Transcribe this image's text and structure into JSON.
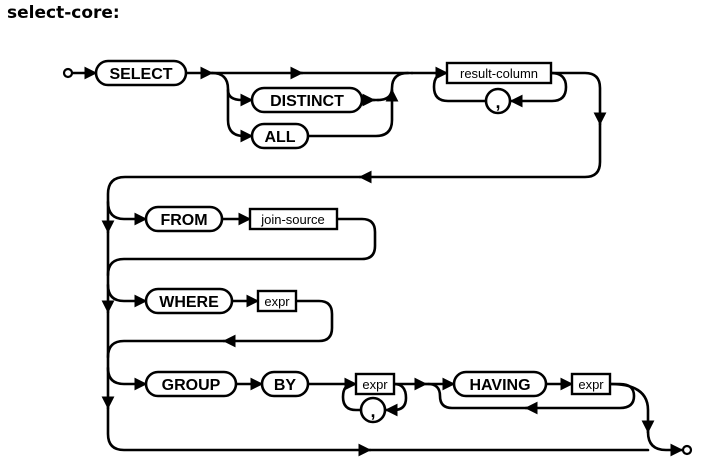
{
  "title": "select-core:",
  "keywords": {
    "select": "SELECT",
    "distinct": "DISTINCT",
    "all": "ALL",
    "from": "FROM",
    "where": "WHERE",
    "group": "GROUP",
    "by": "BY",
    "having": "HAVING"
  },
  "nonterminals": {
    "result_column": "result-column",
    "join_source": "join-source",
    "where_expr": "expr",
    "group_expr": "expr",
    "having_expr": "expr"
  },
  "separators": {
    "result_comma": ",",
    "group_comma": ","
  }
}
